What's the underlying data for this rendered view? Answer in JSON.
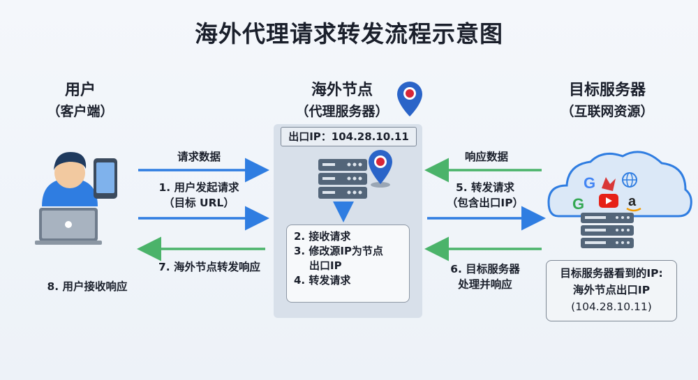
{
  "title": "海外代理请求转发流程示意图",
  "user": {
    "title": "用户",
    "subtitle": "（客户端）"
  },
  "node": {
    "title": "海外节点",
    "subtitle": "（代理服务器）",
    "ip_label": "出口IP：104.28.10.11"
  },
  "server": {
    "title": "目标服务器",
    "subtitle": "（互联网资源）"
  },
  "arrows": {
    "request_data": "请求数据",
    "step1_line1": "1. 用户发起请求",
    "step1_line2": "（目标 URL）",
    "step7": "7. 海外节点转发响应",
    "step8": "8. 用户接收响应",
    "response_data": "响应数据",
    "step5_line1": "5. 转发请求",
    "step5_line2": "（包含出口IP）",
    "step6_line1": "6. 目标服务器",
    "step6_line2": "处理并响应"
  },
  "node_steps": [
    "2. 接收请求",
    "3. 修改源IP为节点",
    "出口IP",
    "4. 转发请求"
  ],
  "server_note": [
    "目标服务器看到的IP:",
    "海外节点出口IP",
    "(104.28.10.11)"
  ],
  "colors": {
    "request_arrow": "#2f7de1",
    "response_arrow": "#4bb36a",
    "pin": "#2a64c8"
  },
  "icons": [
    "user-avatar-icon",
    "phone-icon",
    "laptop-icon",
    "server-icon",
    "location-pin-icon",
    "cloud-icon",
    "google-icon",
    "globe-icon",
    "youtube-icon",
    "amazon-icon"
  ]
}
